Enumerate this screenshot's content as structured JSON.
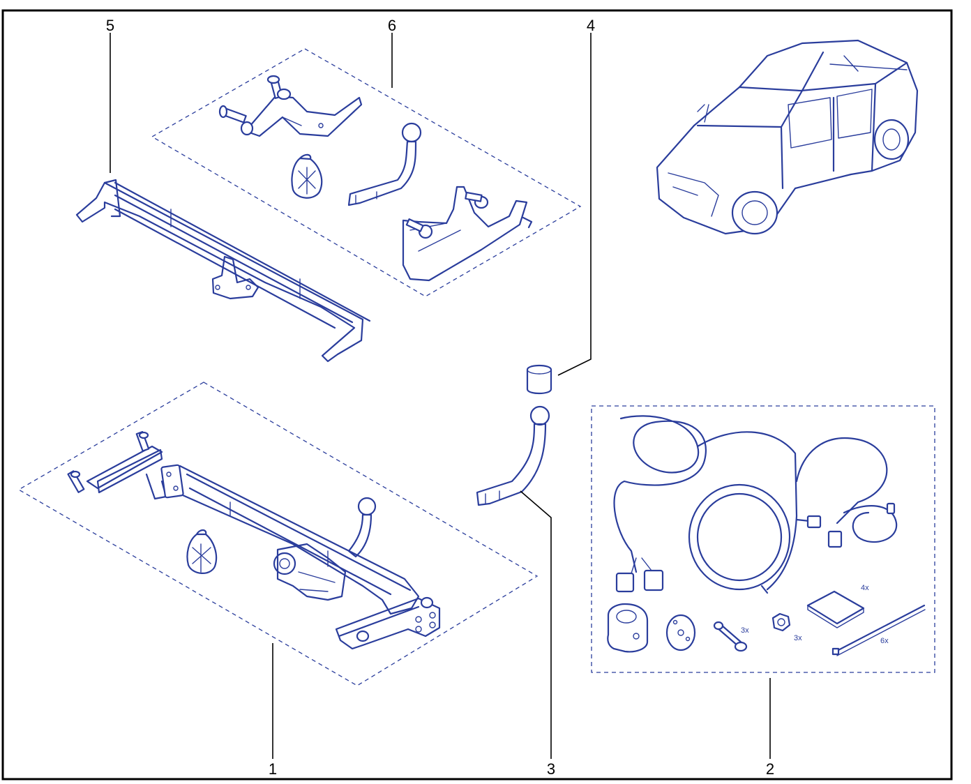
{
  "colors": {
    "line_art": "#2a3d9c",
    "frame": "#000000",
    "background": "#ffffff"
  },
  "callouts": {
    "c1": "1",
    "c2": "2",
    "c3": "3",
    "c4": "4",
    "c5": "5",
    "c6": "6"
  },
  "quantities": {
    "bolt": "3x",
    "nut": "3x",
    "pad": "4x",
    "cable_tie": "6x"
  }
}
